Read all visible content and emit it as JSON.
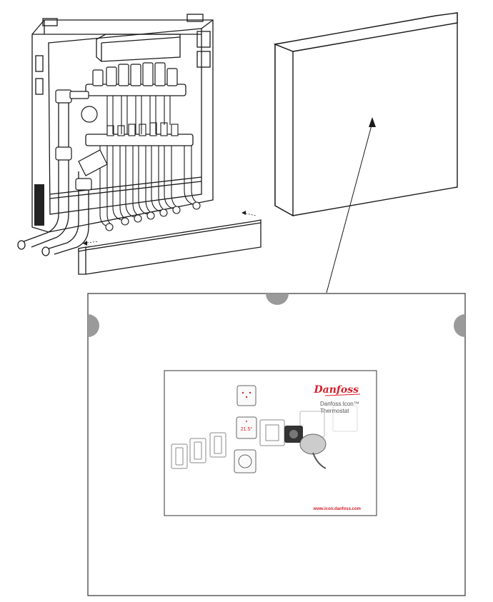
{
  "figure": {
    "description_free": true,
    "colors": {
      "line": "#1a1a1a",
      "brand_red": "#d6202a",
      "pin_grey": "#9a9a9a",
      "card_border": "#333333"
    }
  },
  "brochure": {
    "brand": "Danfoss",
    "product_line1": "Danfoss Icon™",
    "product_line2": "Thermostat",
    "url": "www.icon.danfoss.com",
    "display_value": "21.5°"
  }
}
